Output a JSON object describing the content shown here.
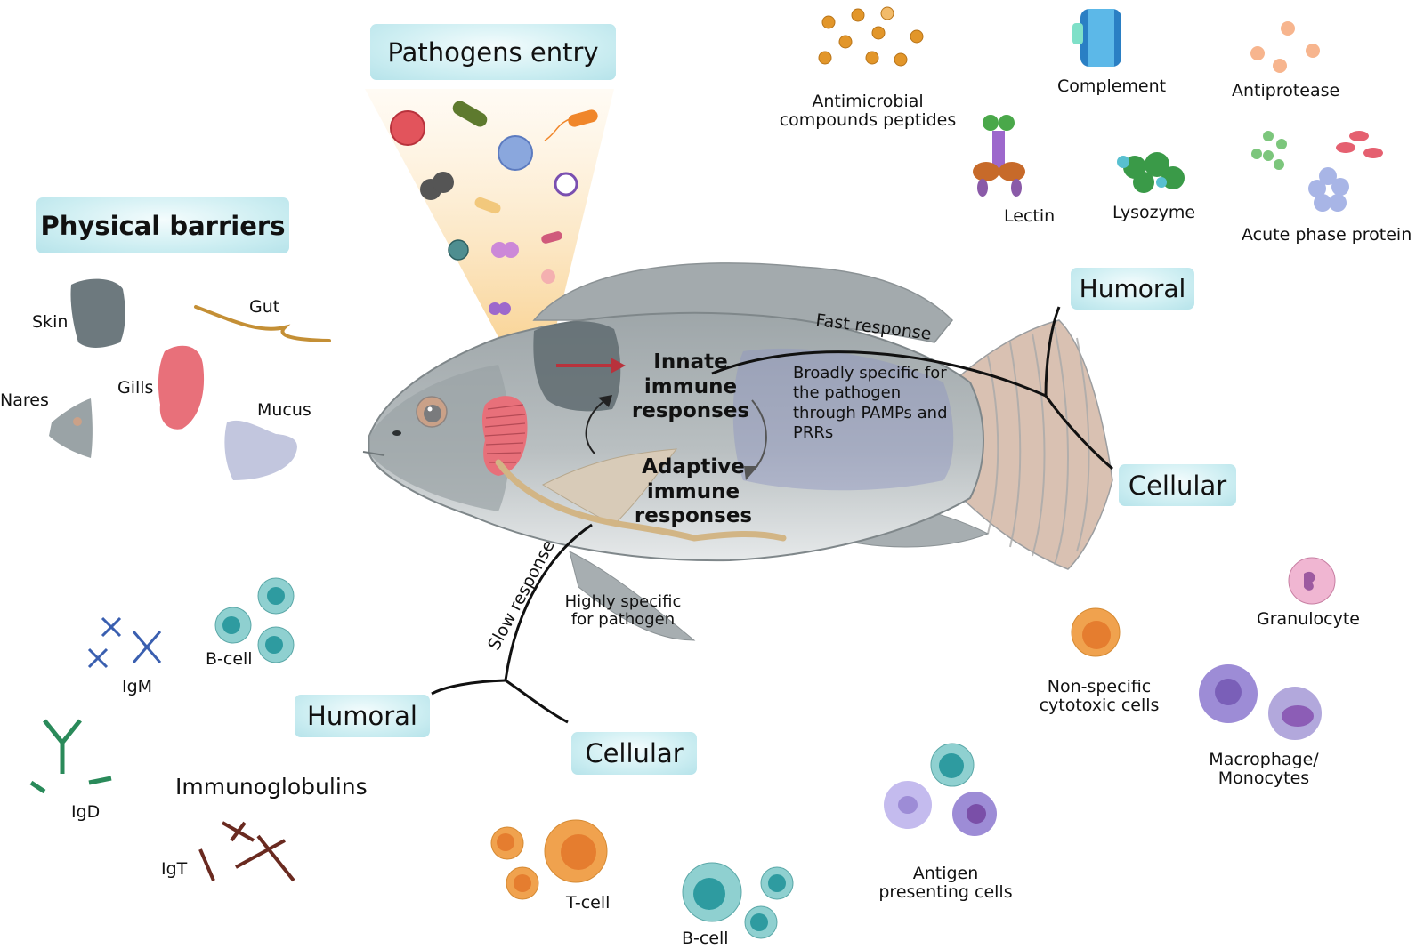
{
  "sections": {
    "pathogens_entry": "Pathogens entry",
    "physical_barriers": "Physical barriers",
    "humoral_innate": "Humoral",
    "cellular_innate": "Cellular",
    "humoral_adaptive": "Humoral",
    "cellular_adaptive": "Cellular"
  },
  "physical_barriers": {
    "skin": "Skin",
    "gut": "Gut",
    "gills": "Gills",
    "nares": "Nares",
    "mucus": "Mucus"
  },
  "innate_humoral_components": {
    "antimicrobial_line1": "Antimicrobial",
    "antimicrobial_line2": "compounds peptides",
    "complement": "Complement",
    "antiprotease": "Antiprotease",
    "lectin": "Lectin",
    "lysozyme": "Lysozyme",
    "acute_phase_protein": "Acute phase protein"
  },
  "fish_center": {
    "innate_line1": "Innate",
    "innate_line2": "immune",
    "innate_line3": "responses",
    "adaptive_line1": "Adaptive",
    "adaptive_line2": "immune",
    "adaptive_line3": "responses",
    "fast_response": "Fast response",
    "slow_response": "Slow response",
    "broad_line1": "Broadly specific for",
    "broad_line2": "the pathogen",
    "broad_line3": "through PAMPs and",
    "broad_line4": "PRRs",
    "highly_line1": "Highly specific",
    "highly_line2": "for pathogen"
  },
  "innate_cellular_components": {
    "nonspecific_line1": "Non-specific",
    "nonspecific_line2": "cytotoxic cells",
    "granulocyte": "Granulocyte",
    "macrophage_line1": "Macrophage/",
    "macrophage_line2": "Monocytes"
  },
  "adaptive_humoral_components": {
    "igm": "IgM",
    "bcell": "B-cell",
    "igd": "IgD",
    "immunoglobulins": "Immunoglobulins",
    "igt": "IgT"
  },
  "adaptive_cellular_components": {
    "tcell": "T-cell",
    "bcell": "B-cell",
    "apc_line1": "Antigen",
    "apc_line2": "presenting cells"
  },
  "colors": {
    "label_box": "#c6ebf0",
    "fish_body": "#a9b0b3",
    "gill": "#e8707a",
    "teal_cell": "#7ccaca",
    "orange_cell": "#f0a24e",
    "purple_cell": "#9d8cd6",
    "arrow_red": "#b8323c"
  }
}
